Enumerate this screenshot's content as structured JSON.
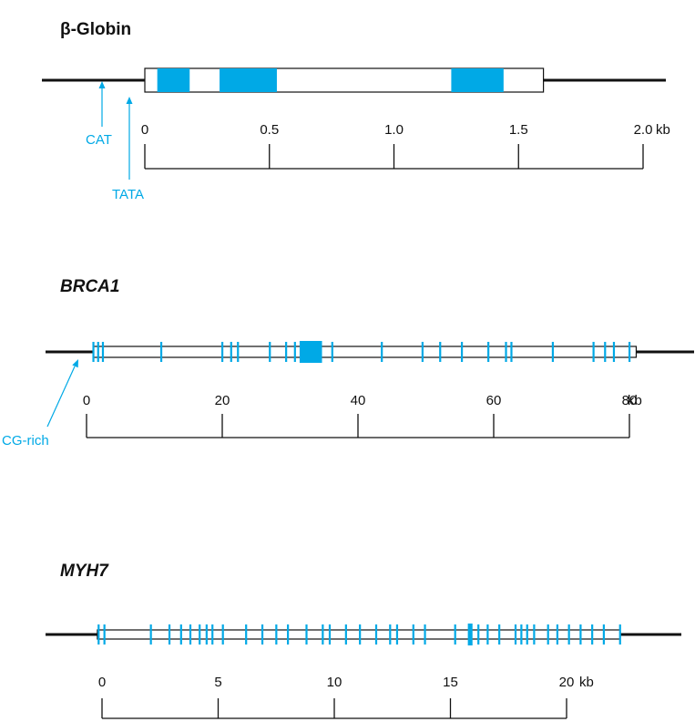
{
  "colors": {
    "exon": "#00A9E6",
    "line": "#111111",
    "annotation": "#00A9E6"
  },
  "genes": [
    {
      "title": "β-Globin",
      "unit": "kb",
      "scale_ticks": [
        "0",
        "0.5",
        "1.0",
        "1.5",
        "2.0"
      ],
      "scale_values": [
        0,
        0.5,
        1.0,
        1.5,
        2.0
      ],
      "transcript": {
        "start": 0,
        "end": 1.6
      },
      "exons": [
        [
          0.05,
          0.18
        ],
        [
          0.3,
          0.53
        ],
        [
          1.23,
          1.44
        ]
      ],
      "annotations": [
        {
          "label": "CAT",
          "position": -0.17
        },
        {
          "label": "TATA",
          "position": -0.06
        }
      ]
    },
    {
      "title": "BRCA1",
      "unit": "kb",
      "scale_ticks": [
        "0",
        "20",
        "40",
        "60",
        "80"
      ],
      "scale_values": [
        0,
        20,
        40,
        60,
        80
      ],
      "transcript": {
        "start": 1,
        "end": 81
      },
      "exon_marks": [
        1,
        1.7,
        2.4,
        11,
        20,
        21.3,
        22.3,
        27,
        29.4,
        30.7,
        36.2,
        43.5,
        49.5,
        52.1,
        55.3,
        59.2,
        61.8,
        62.6,
        68.7,
        74.7,
        76.4,
        77.7,
        80
      ],
      "exons": [
        [
          31.4,
          34.7
        ]
      ],
      "annotations": [
        {
          "label": "CG-rich",
          "position": 0
        }
      ]
    },
    {
      "title": "MYH7",
      "unit": "kb",
      "scale_ticks": [
        "0",
        "5",
        "10",
        "15",
        "20"
      ],
      "scale_values": [
        0,
        5,
        10,
        15,
        20
      ],
      "transcript": {
        "start": -0.2,
        "end": 22.3
      },
      "exon_marks": [
        -0.15,
        0.1,
        2.1,
        2.9,
        3.4,
        3.8,
        4.2,
        4.5,
        4.75,
        5.2,
        6.2,
        6.9,
        7.5,
        8.0,
        8.8,
        9.5,
        9.8,
        10.5,
        11.1,
        11.8,
        12.4,
        12.7,
        13.4,
        13.9,
        15.2,
        16.2,
        16.6,
        17.1,
        17.8,
        18.05,
        18.3,
        18.6,
        19.2,
        19.6,
        20.1,
        20.6,
        21.1,
        21.6,
        22.3
      ],
      "exons": [
        [
          15.75,
          15.95
        ]
      ],
      "annotations": []
    }
  ]
}
